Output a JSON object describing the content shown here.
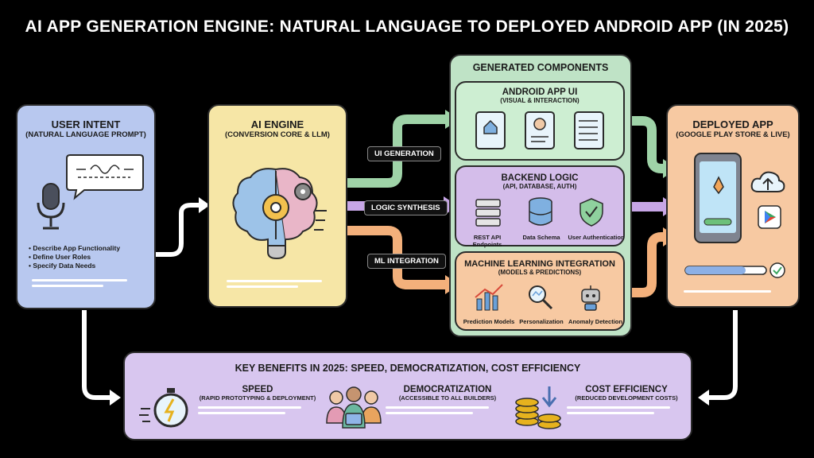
{
  "title": "AI APP GENERATION ENGINE: NATURAL LANGUAGE TO DEPLOYED ANDROID APP (IN 2025)",
  "user_intent": {
    "heading": "USER INTENT",
    "sub": "(NATURAL LANGUAGE PROMPT)",
    "bullets": [
      "Describe App Functionality",
      "Define User Roles",
      "Specify Data Needs"
    ]
  },
  "ai_engine": {
    "heading": "AI ENGINE",
    "sub": "(CONVERSION CORE & LLM)"
  },
  "flows": {
    "ui": "UI GENERATION",
    "logic": "LOGIC SYNTHESIS",
    "ml": "ML INTEGRATION"
  },
  "generated": {
    "heading": "GENERATED COMPONENTS",
    "android_ui": {
      "heading": "ANDROID APP UI",
      "sub": "(VISUAL & INTERACTION)"
    },
    "backend": {
      "heading": "BACKEND LOGIC",
      "sub": "(API, DATABASE, AUTH)",
      "items": [
        "REST API Endpoints",
        "Data Schema",
        "User Authentication"
      ]
    },
    "ml": {
      "heading": "MACHINE LEARNING INTEGRATION",
      "sub": "(MODELS & PREDICTIONS)",
      "items": [
        "Prediction Models",
        "Personalization",
        "Anomaly Detection"
      ]
    }
  },
  "deployed": {
    "heading": "DEPLOYED APP",
    "sub": "(GOOGLE PLAY STORE & LIVE)"
  },
  "benefits": {
    "heading": "KEY BENEFITS IN 2025: SPEED, DEMOCRATIZATION, COST EFFICIENCY",
    "speed": {
      "heading": "SPEED",
      "sub": "(RAPID PROTOTYPING & DEPLOYMENT)"
    },
    "democ": {
      "heading": "DEMOCRATIZATION",
      "sub": "(ACCESSIBLE TO ALL BUILDERS)"
    },
    "cost": {
      "heading": "COST EFFICIENCY",
      "sub": "(REDUCED DEVELOPMENT COSTS)"
    }
  },
  "colors": {
    "blue": "#b8c8ef",
    "yellow": "#f6e6a6",
    "green": "#bfe3c6",
    "purple": "#d4bdea",
    "orange": "#f7c9a2",
    "lavender": "#d8c6ef"
  }
}
